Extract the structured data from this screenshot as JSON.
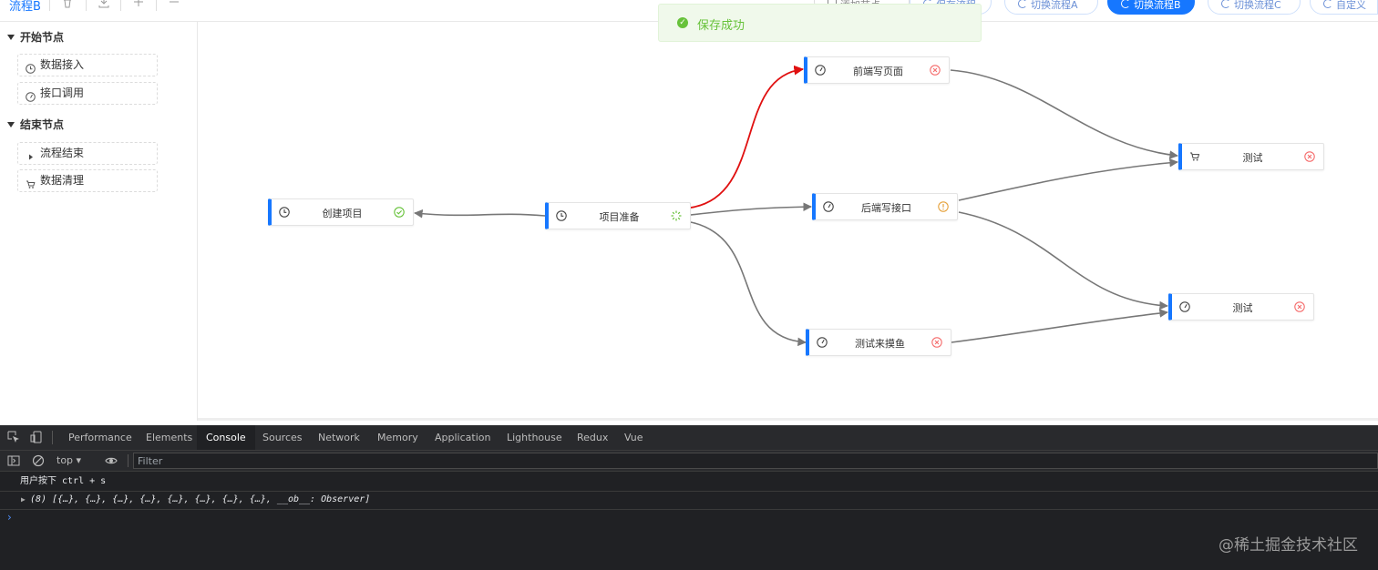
{
  "topbar": {
    "flow_title": "流程B",
    "buttons": [
      {
        "label": "添加节点",
        "icon": "plus-icon"
      },
      {
        "label": "保存流程",
        "icon": "save-icon"
      },
      {
        "label": "切换流程A",
        "icon": "refresh-icon"
      },
      {
        "label": "切换流程B",
        "icon": "refresh-icon",
        "active": true
      },
      {
        "label": "切换流程C",
        "icon": "refresh-icon"
      },
      {
        "label": "自定义",
        "icon": "refresh-icon"
      }
    ]
  },
  "toast": {
    "message": "保存成功",
    "type": "success"
  },
  "sidebar": {
    "groups": [
      {
        "title": "开始节点",
        "items": [
          {
            "label": "数据接入",
            "icon": "clock-icon"
          },
          {
            "label": "接口调用",
            "icon": "gauge-icon"
          }
        ]
      },
      {
        "title": "结束节点",
        "items": [
          {
            "label": "流程结束",
            "icon": "play-icon"
          },
          {
            "label": "数据清理",
            "icon": "cart-icon"
          }
        ]
      }
    ]
  },
  "nodes": {
    "create": {
      "label": "创建项目",
      "icon": "clock-icon",
      "status": "success"
    },
    "prepare": {
      "label": "项目准备",
      "icon": "clock-icon",
      "status": "loading"
    },
    "frontend": {
      "label": "前端写页面",
      "icon": "gauge-icon",
      "status": "error"
    },
    "backend": {
      "label": "后端写接口",
      "icon": "gauge-icon",
      "status": "warning"
    },
    "testing_fish": {
      "label": "测试来摸鱼",
      "icon": "gauge-icon",
      "status": "error"
    },
    "test1": {
      "label": "测试",
      "icon": "cart-icon",
      "status": "error"
    },
    "test2": {
      "label": "测试",
      "icon": "gauge-icon",
      "status": "error"
    }
  },
  "colors": {
    "accent": "#1677ff",
    "success": "#67c23a",
    "error": "#f56c6c",
    "warning": "#e6a23c",
    "edge": "#777777",
    "edge_active": "#e01010"
  },
  "devtools": {
    "tabs": [
      "Performance",
      "Elements",
      "Console",
      "Sources",
      "Network",
      "Memory",
      "Application",
      "Lighthouse",
      "Redux",
      "Vue"
    ],
    "active_tab": "Console",
    "context": "top",
    "filter_placeholder": "Filter",
    "logs": [
      "用户按下 ctrl + s",
      "(8) [{…}, {…}, {…}, {…}, {…}, {…}, {…}, {…}, __ob__: Observer]"
    ],
    "prompt": "›"
  },
  "watermark": "@稀土掘金技术社区"
}
